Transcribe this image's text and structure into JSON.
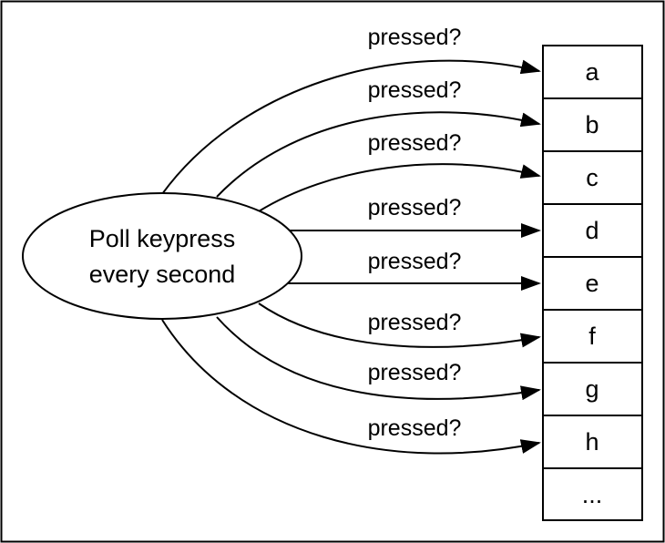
{
  "node": {
    "line1": "Poll keypress",
    "line2": "every second"
  },
  "edge_label": "pressed?",
  "keys": [
    {
      "label": "a"
    },
    {
      "label": "b"
    },
    {
      "label": "c"
    },
    {
      "label": "d"
    },
    {
      "label": "e"
    },
    {
      "label": "f"
    },
    {
      "label": "g"
    },
    {
      "label": "h"
    },
    {
      "label": "..."
    }
  ],
  "colors": {
    "stroke": "#000000",
    "background": "#ffffff"
  }
}
